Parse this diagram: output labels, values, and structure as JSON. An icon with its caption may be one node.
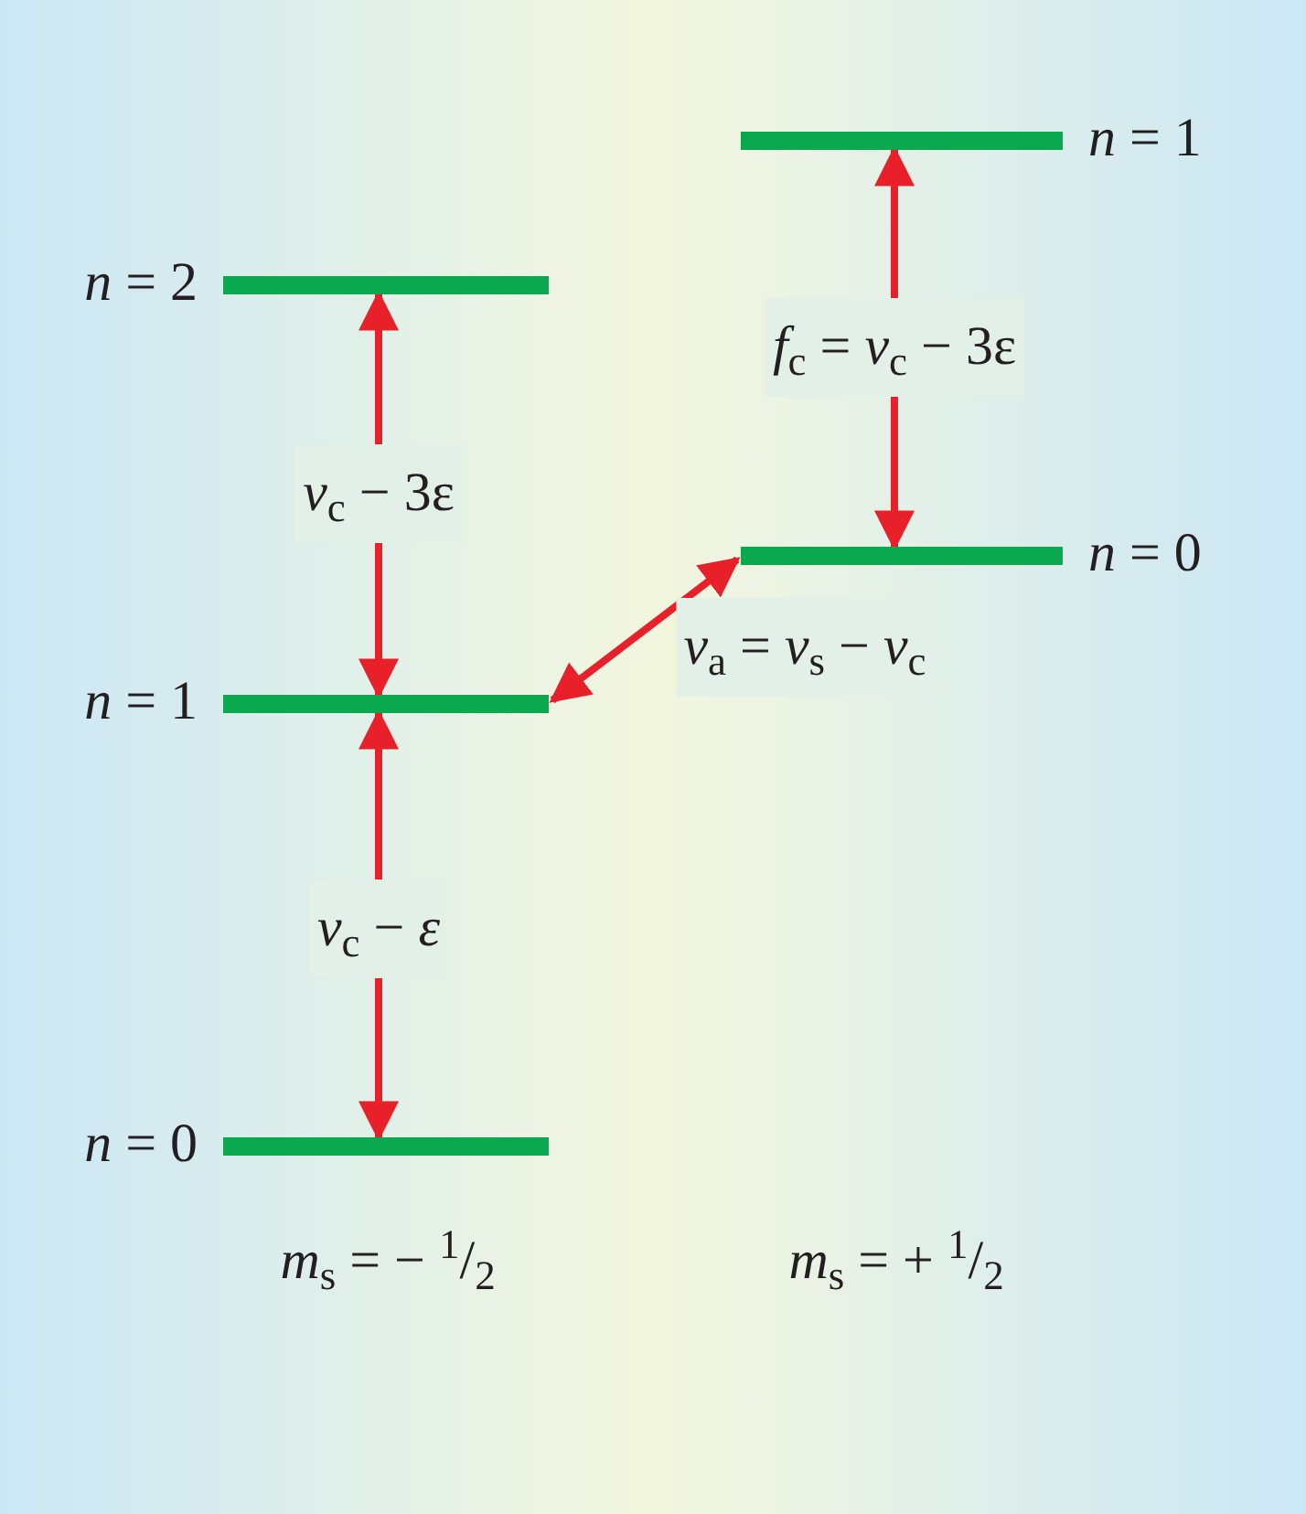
{
  "diagram": {
    "nodes": [
      {
        "text": [],
        "shape": "bar",
        "beside": [
          "*n* = 2"
        ]
      },
      {
        "text": [],
        "shape": "bar",
        "beside": [
          "*n* = 1"
        ]
      },
      {
        "text": [],
        "shape": "bar",
        "beside": [
          "*n* = 0"
        ]
      },
      {
        "text": [],
        "shape": "bar",
        "beside": [
          "*n* = 1"
        ]
      },
      {
        "text": [],
        "shape": "bar",
        "beside": [
          "*n* = 0"
        ]
      }
    ],
    "edges": [
      {
        "from": 1,
        "to": 0,
        "arrow": "both",
        "label": "*ν*$_{c}$ − 3ε"
      },
      {
        "from": 2,
        "to": 1,
        "arrow": "both",
        "label": "*ν*$_{c}$ − *ε*"
      },
      {
        "from": 4,
        "to": 3,
        "arrow": "both",
        "label": "*f*$_{c}$ = *ν*$_{c}$ − 3ε"
      },
      {
        "from": 1,
        "to": 4,
        "arrow": "both",
        "label": "*ν*$_{a}$ = *ν*$_{s}$ − *ν*$_{c}$"
      }
    ],
    "labels": [
      "*m*$_{s}$ = − $^{1}$/$_{2}$",
      "*m*$_{s}$ = + $^{1}$/$_{2}$"
    ]
  }
}
